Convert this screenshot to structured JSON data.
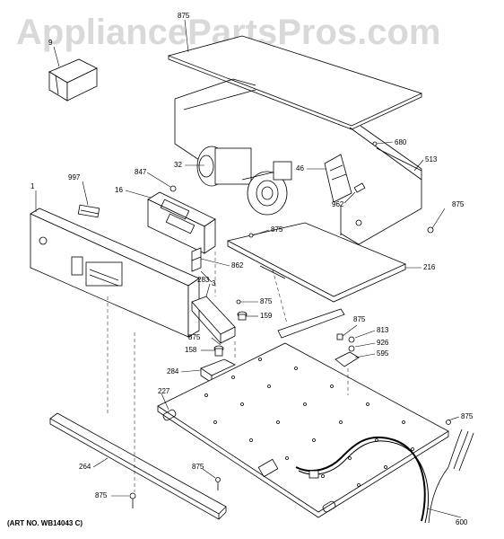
{
  "watermark": "AppliancePartsPros.com",
  "art_number": "(ART NO. WB14043 C)",
  "callouts": {
    "c875_top": "875",
    "c9": "9",
    "c680": "680",
    "c513": "513",
    "c875_right": "875",
    "c847": "847",
    "c32": "32",
    "c46": "46",
    "c997": "997",
    "c16": "16",
    "c1": "1",
    "c962": "962",
    "c875_mid": "875",
    "c862": "862",
    "c3": "3",
    "c216": "216",
    "c283": "283",
    "c875_159": "875",
    "c159": "159",
    "c875_right2": "875",
    "c813": "813",
    "c926": "926",
    "c595": "595",
    "c875_158": "875",
    "c158": "158",
    "c284": "284",
    "c227": "227",
    "c875_far": "875",
    "c264": "264",
    "c875_bot": "875",
    "c875_left": "875",
    "c600": "600"
  }
}
